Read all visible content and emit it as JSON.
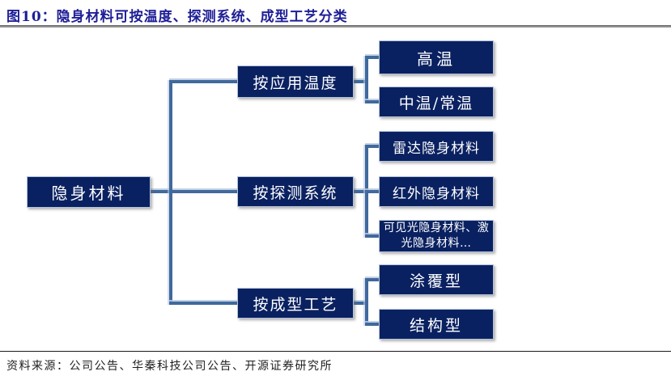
{
  "title": "图10：隐身材料可按温度、探测系统、成型工艺分类",
  "footer": {
    "source": "资料来源：公司公告、华秦科技公司公告、开源证券研究所"
  },
  "colors": {
    "box_fill": "#0A2161",
    "connector": "#40699C",
    "title_text": "#1E1E96",
    "box_text": "#FFFFFF"
  },
  "tree": {
    "root": {
      "label": "隐身材料"
    },
    "branches": [
      {
        "label": "按应用温度",
        "children": [
          {
            "label": "高温"
          },
          {
            "label": "中温/常温"
          }
        ]
      },
      {
        "label": "按探测系统",
        "children": [
          {
            "label": "雷达隐身材料"
          },
          {
            "label": "红外隐身材料"
          },
          {
            "label": "可见光隐身材料、激光隐身材料…"
          }
        ]
      },
      {
        "label": "按成型工艺",
        "children": [
          {
            "label": "涂覆型"
          },
          {
            "label": "结构型"
          }
        ]
      }
    ]
  }
}
